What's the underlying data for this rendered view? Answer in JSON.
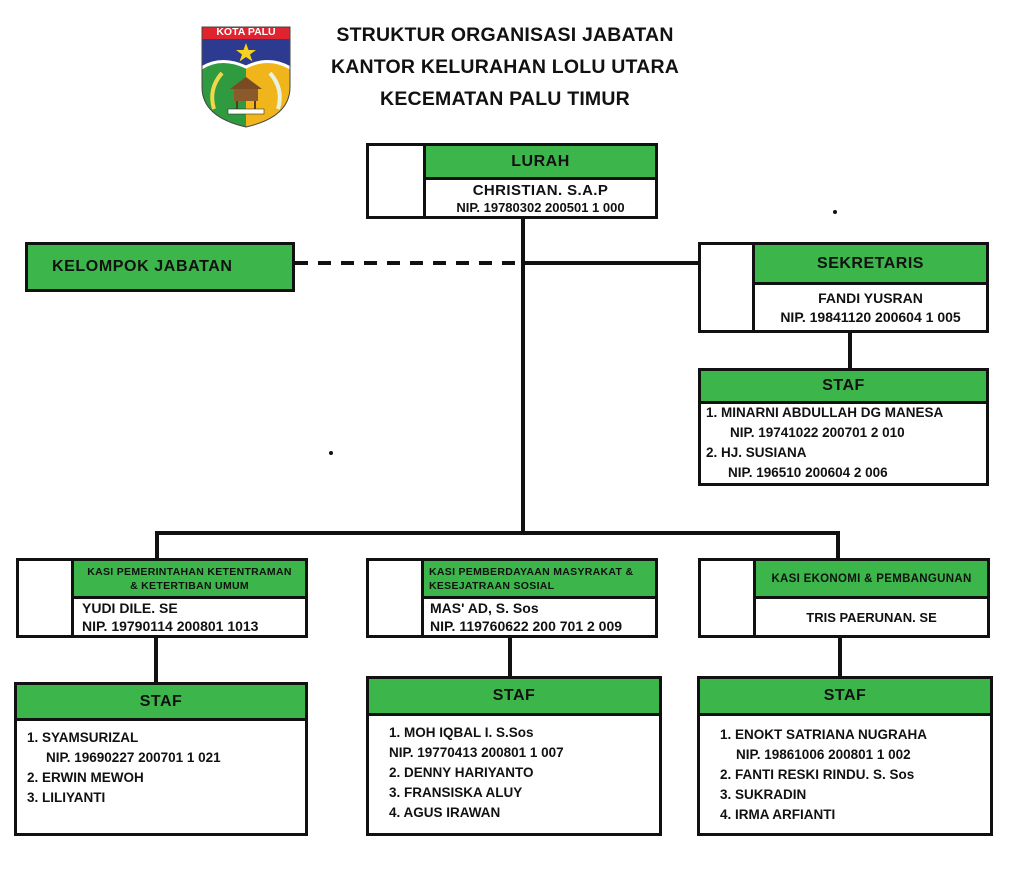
{
  "header": {
    "logo": {
      "label": "KOTA PALU",
      "icon": "city-emblem-icon",
      "colors": {
        "banner": "#e0242f",
        "sky": "#2c3a8f",
        "left": "#2f9a3f",
        "right": "#f1b51c",
        "star": "#f6d21c"
      }
    },
    "title_lines": [
      "STRUKTUR ORGANISASI JABATAN",
      "KANTOR KELURAHAN LOLU UTARA",
      "KECEMATAN PALU TIMUR"
    ]
  },
  "colors": {
    "header_green": "#3cb54a",
    "border": "#111111"
  },
  "lurah": {
    "title": "LURAH",
    "name": "CHRISTIAN. S.A.P",
    "nip": "NIP. 19780302 200501 1 000"
  },
  "kelompok_jabatan": {
    "title": "KELOMPOK JABATAN"
  },
  "sekretaris": {
    "title": "SEKRETARIS",
    "name": "FANDI YUSRAN",
    "nip": "NIP. 19841120 200604 1 005",
    "staf": {
      "title": "STAF",
      "lines": [
        "1. MINARNI ABDULLAH DG MANESA",
        "NIP. 19741022 200701 2 010",
        "2. HJ. SUSIANA",
        "NIP. 196510 200604 2 006"
      ]
    }
  },
  "kasi": [
    {
      "title_lines": [
        "KASI PEMERINTAHAN KETENTRAMAN",
        "& KETERTIBAN UMUM"
      ],
      "name": "YUDI DILE. SE",
      "nip": "NIP. 19790114 200801 1013",
      "staf": {
        "title": "STAF",
        "lines": [
          "1. SYAMSURIZAL",
          "NIP. 19690227 200701 1 021",
          "2. ERWIN MEWOH",
          "3. LILIYANTI"
        ]
      }
    },
    {
      "title_lines": [
        "KASI PEMBERDAYAAN MASYRAKAT &",
        "KESEJATRAAN SOSIAL"
      ],
      "name": "MAS' AD, S. Sos",
      "nip": "NIP. 119760622 200 701 2 009",
      "staf": {
        "title": "STAF",
        "lines": [
          "1. MOH IQBAL I. S.Sos",
          "NIP. 19770413 200801 1 007",
          "2. DENNY HARIYANTO",
          "3. FRANSISKA ALUY",
          "4. AGUS IRAWAN"
        ]
      }
    },
    {
      "title_lines": [
        "KASI EKONOMI & PEMBANGUNAN"
      ],
      "name": "TRIS PAERUNAN. SE",
      "nip": "",
      "staf": {
        "title": "STAF",
        "lines": [
          "1. ENOKT SATRIANA NUGRAHA",
          "NIP. 19861006 200801 1 002",
          "2. FANTI RESKI RINDU. S. Sos",
          "3. SUKRADIN",
          "4. IRMA ARFIANTI"
        ]
      }
    }
  ]
}
